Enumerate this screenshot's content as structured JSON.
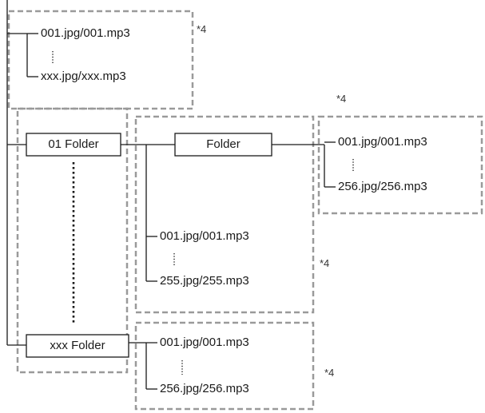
{
  "colors": {
    "line": "#1a1a1a",
    "dashed": "#9a9a9a",
    "text": "#1a1a1a"
  },
  "root_files": {
    "first": "001.jpg/001.mp3",
    "last": "xxx.jpg/xxx.mp3"
  },
  "folders": {
    "first": "01 Folder",
    "sub": "Folder",
    "last": "xxx Folder"
  },
  "subfolder_files": {
    "first": "001.jpg/001.mp3",
    "last": "256.jpg/256.mp3"
  },
  "folder01_files": {
    "first": "001.jpg/001.mp3",
    "last": "255.jpg/255.mp3"
  },
  "lastfolder_files": {
    "first": "001.jpg/001.mp3",
    "last": "256.jpg/256.mp3"
  },
  "notes": {
    "n1": "*4",
    "n2": "*4",
    "n3": "*4",
    "n4": "*4"
  }
}
